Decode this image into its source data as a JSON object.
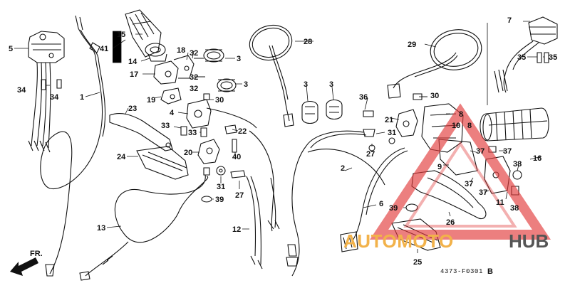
{
  "diagram": {
    "drawing_code": "4373-F0301",
    "drawing_rev": "B",
    "direction_label": "FR.",
    "watermark": {
      "text_a": "AUTOMOTO",
      "text_b": "HUB"
    },
    "colors": {
      "line": "#111111",
      "watermark_red": "#e23a3a",
      "watermark_orange": "#f2b24a",
      "watermark_gray": "#555555"
    },
    "labels": [
      "1",
      "2",
      "3",
      "4",
      "5",
      "6",
      "7",
      "8",
      "9",
      "10",
      "11",
      "12",
      "13",
      "14",
      "15",
      "16",
      "17",
      "18",
      "19",
      "20",
      "21",
      "22",
      "23",
      "24",
      "25",
      "26",
      "27",
      "28",
      "29",
      "30",
      "31",
      "32",
      "33",
      "34",
      "35",
      "36",
      "37",
      "38",
      "39",
      "40",
      "41"
    ]
  }
}
